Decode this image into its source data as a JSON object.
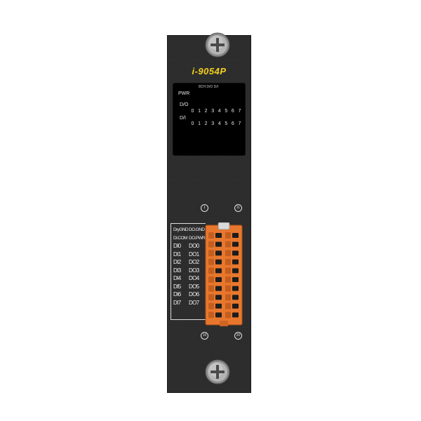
{
  "module": {
    "model": "i-9054P",
    "led_panel_title": "8CH D/O D/I",
    "labels": {
      "pwr": "PWR",
      "do": "D/O",
      "di": "D/I"
    },
    "do_channels": [
      "0",
      "1",
      "2",
      "3",
      "4",
      "5",
      "6",
      "7"
    ],
    "di_channels": [
      "0",
      "1",
      "2",
      "3",
      "4",
      "5",
      "6",
      "7"
    ],
    "markers": {
      "pin1": "1",
      "pin11": "11",
      "pin10": "10",
      "pin20": "20"
    },
    "pins_left": [
      "DryGND",
      "DI.COM",
      "DI0",
      "DI1",
      "DI2",
      "DI3",
      "DI4",
      "DI5",
      "DI6",
      "DI7"
    ],
    "pins_right": [
      "DO.GND",
      "DO.PWR",
      "DO0",
      "DO1",
      "DO2",
      "DO3",
      "DO4",
      "DO5",
      "DO6",
      "DO7"
    ],
    "colors": {
      "housing": "#2b2b2b",
      "model_text": "#f4d11e",
      "connector": "#e8772e",
      "led_window": "#000000"
    }
  }
}
